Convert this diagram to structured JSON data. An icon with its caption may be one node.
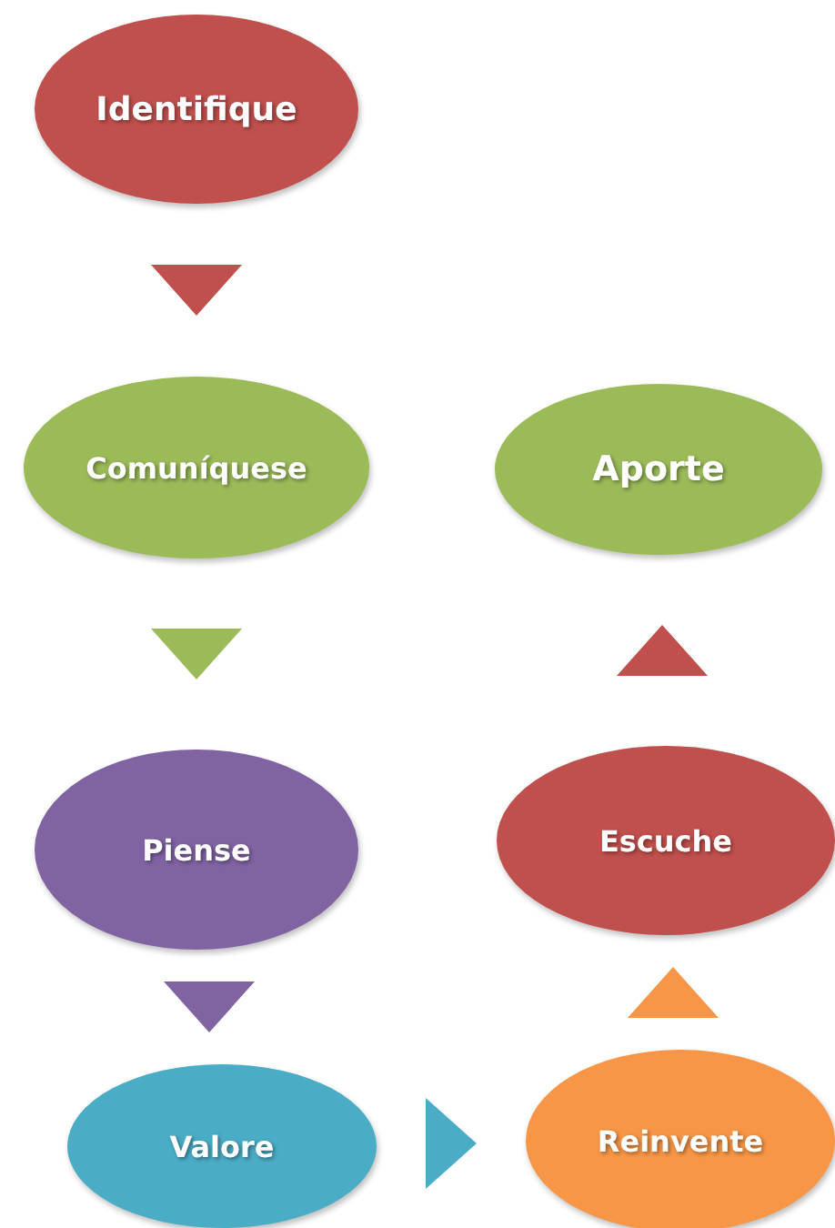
{
  "diagram": {
    "nodes": [
      {
        "text": [
          "Identifique"
        ]
      },
      {
        "text": [
          "Comuníquese"
        ]
      },
      {
        "text": [
          "Piense"
        ]
      },
      {
        "text": [
          "Valore"
        ]
      },
      {
        "text": [
          "Reinvente"
        ]
      },
      {
        "text": [
          "Escuche"
        ]
      },
      {
        "text": [
          "Aporte"
        ]
      }
    ],
    "edges": [
      {
        "from": 0,
        "to": 1,
        "arrow": "to",
        "color": "#c0504d"
      },
      {
        "from": 1,
        "to": 2,
        "arrow": "to",
        "color": "#9bbb59"
      },
      {
        "from": 2,
        "to": 3,
        "arrow": "to",
        "color": "#8064a2"
      },
      {
        "from": 3,
        "to": 4,
        "arrow": "to",
        "color": "#4bacc6"
      },
      {
        "from": 4,
        "to": 5,
        "arrow": "to",
        "color": "#f79646"
      },
      {
        "from": 5,
        "to": 6,
        "arrow": "to",
        "color": "#c0504d"
      }
    ]
  }
}
